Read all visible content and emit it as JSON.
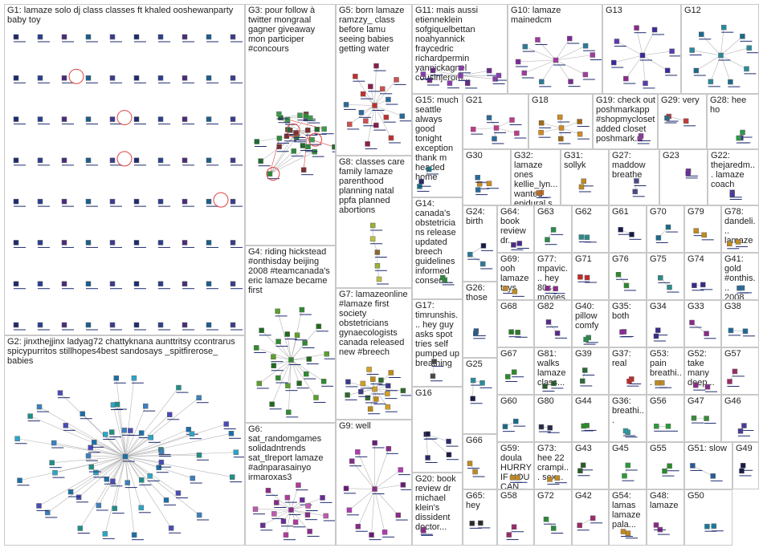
{
  "colors": {
    "border": "#c8c8c8",
    "edge": "#b4b4b4",
    "mention": "#e04040",
    "underline": "#1e2b6e"
  },
  "groups": [
    {
      "id": "G1",
      "label": "G1: lamaze solo dj class classes ft khaled ooshewanparty baby toy",
      "layout": "grid",
      "nodes": 50,
      "colors": [
        "#1e2b6e",
        "#2a3f8f",
        "#4a2c7a",
        "#1b5e8c",
        "#3b3b8f"
      ],
      "loops": 4
    },
    {
      "id": "G2",
      "label": "G2: jinxthejjinx ladyag72 chattyknana aunttritsy ccontrarus spicypurritos stillhopes4best sandosays _spitfirerose_ babies",
      "layout": "hub",
      "nodes": 60,
      "colors": [
        "#1b6fa8",
        "#2aa6c9",
        "#1f8f8a",
        "#3b7fbf",
        "#4a4ab8"
      ]
    },
    {
      "id": "G3",
      "label": "G3: pour follow à twitter mongraal gagner giveaway mon participer #concours",
      "layout": "cluster",
      "nodes": 28,
      "colors": [
        "#2e8b3a",
        "#1e6b2e",
        "#7a3030",
        "#3c9c4c"
      ],
      "loops": 3
    },
    {
      "id": "G4",
      "label": "G4: riding hickstead #onthisday beijing 2008 #teamcanada's eric lamaze became first",
      "layout": "hub",
      "nodes": 22,
      "colors": [
        "#2e8b2e",
        "#1f6b1f",
        "#5aa02a"
      ]
    },
    {
      "id": "G5",
      "label": "G5: born lamaze ramzzy_ class before lamu seeing babies getting water",
      "layout": "hub",
      "nodes": 16,
      "colors": [
        "#c03030",
        "#8b1e4a",
        "#d05050",
        "#2a6b9c"
      ]
    },
    {
      "id": "G6",
      "label": "G6: sat_randomgames solidadntrends sat_tlreport lamaze #adnparasainyo irmaroxas3",
      "layout": "hub",
      "nodes": 16,
      "colors": [
        "#8a2a8a",
        "#b03a9a",
        "#6a2a9a",
        "#c05ab0"
      ]
    },
    {
      "id": "G7",
      "label": "G7: lamazeonline #lamaze first society obstetricians gynaecologists canada released new #breech",
      "layout": "hub",
      "nodes": 15,
      "colors": [
        "#d4a020",
        "#c08a10",
        "#2a6b2a",
        "#3a3a8a"
      ]
    },
    {
      "id": "G8",
      "label": "G8: classes care family lamaze parenthood planning natal ppfa planned abortions",
      "layout": "chain",
      "nodes": 5,
      "colors": [
        "#9ab030",
        "#c0c040",
        "#8a6a2a"
      ]
    },
    {
      "id": "G9",
      "label": "G9: well",
      "layout": "hub",
      "nodes": 12,
      "colors": [
        "#8a2a8a",
        "#b03ab0",
        "#6a1a7a"
      ]
    },
    {
      "id": "G10",
      "label": "G10: lamaze mainedcm",
      "layout": "hub",
      "nodes": 10,
      "colors": [
        "#a03aa0",
        "#7a2a9a",
        "#2a7a9a"
      ]
    },
    {
      "id": "G11",
      "label": "G11: mais aussi etienneklein sofgiquelbettan noahyannick fraycedric richardpermin yannickagnel cousinjerom...",
      "layout": "hub",
      "nodes": 9,
      "colors": [
        "#8a3ab0",
        "#6a2a8a"
      ]
    },
    {
      "id": "G12",
      "label": "G12",
      "layout": "hub",
      "nodes": 9,
      "colors": [
        "#2a8a9a",
        "#1a6a8a"
      ]
    },
    {
      "id": "G13",
      "label": "G13",
      "layout": "hub",
      "nodes": 8,
      "colors": [
        "#3a2a9a",
        "#5a3ab0",
        "#8a2a8a"
      ]
    },
    {
      "id": "G14",
      "label": "G14: canada's obstetricians release updated breech guidelines informed consent...",
      "layout": "pair",
      "nodes": 2,
      "colors": [
        "#2a8a3a"
      ]
    },
    {
      "id": "G15",
      "label": "G15: much seattle always good tonight exception thank m headed home",
      "layout": "pair",
      "nodes": 3,
      "colors": [
        "#1a7a8a",
        "#2a2a6a"
      ]
    },
    {
      "id": "G16",
      "label": "G16",
      "layout": "pair",
      "nodes": 5,
      "colors": [
        "#1a1a4a",
        "#2a2a6a"
      ]
    },
    {
      "id": "G17",
      "label": "G17: timrunshis... hey guy asks spot tries self pumped up breathing",
      "layout": "pair",
      "nodes": 2,
      "colors": [
        "#4a4a4a"
      ]
    },
    {
      "id": "G18",
      "label": "G18",
      "layout": "hub",
      "nodes": 6,
      "colors": [
        "#d08a20",
        "#a06a10"
      ]
    },
    {
      "id": "G19",
      "label": "G19: check out poshmarkapp #shopmycloset added closet poshmark...",
      "layout": "pair",
      "nodes": 2,
      "colors": [
        "#8a3a9a"
      ]
    },
    {
      "id": "G20",
      "label": "G20: book review dr michael klein's dissident doctor...",
      "layout": "pair",
      "nodes": 2,
      "colors": [
        "#8a2a8a"
      ]
    },
    {
      "id": "G21",
      "label": "G21",
      "layout": "hub",
      "nodes": 5,
      "colors": [
        "#c03a8a",
        "#2a6a9a"
      ]
    },
    {
      "id": "G22",
      "label": "G22: thejaredm... lamaze coach",
      "layout": "pair",
      "nodes": 2,
      "colors": [
        "#4a3a9a"
      ]
    },
    {
      "id": "G23",
      "label": "G23",
      "layout": "pair",
      "nodes": 2,
      "colors": [
        "#6a2a9a"
      ]
    },
    {
      "id": "G24",
      "label": "G24: birth",
      "layout": "pair",
      "nodes": 3,
      "colors": [
        "#2a7a9a",
        "#1a1a4a"
      ]
    },
    {
      "id": "G25",
      "label": "G25",
      "layout": "pair",
      "nodes": 3,
      "colors": [
        "#2a8a9a",
        "#1a1a4a"
      ]
    },
    {
      "id": "G26",
      "label": "G26: those",
      "layout": "pair",
      "nodes": 2,
      "colors": [
        "#2a5a8a"
      ]
    },
    {
      "id": "G27",
      "label": "G27: maddow breathe",
      "layout": "pair",
      "nodes": 2,
      "colors": [
        "#4a4a8a"
      ]
    },
    {
      "id": "G28",
      "label": "G28: hee ho",
      "layout": "pair",
      "nodes": 3,
      "colors": [
        "#2a9a4a",
        "#4a2a9a"
      ]
    },
    {
      "id": "G29",
      "label": "G29: very",
      "layout": "pair",
      "nodes": 3,
      "colors": [
        "#c03a3a",
        "#2a6a8a"
      ]
    },
    {
      "id": "G30",
      "label": "G30",
      "layout": "pair",
      "nodes": 4,
      "colors": [
        "#d08a20",
        "#2a6a9a"
      ]
    },
    {
      "id": "G31",
      "label": "G31: sollyk",
      "layout": "pair",
      "nodes": 2,
      "colors": [
        "#c08a20"
      ]
    },
    {
      "id": "G32",
      "label": "G32: lamaze ones kellie_lyn... wanted epidural s",
      "layout": "pair",
      "nodes": 2,
      "colors": [
        "#c06a20"
      ]
    },
    {
      "id": "G33",
      "label": "G33",
      "layout": "pair",
      "nodes": 2,
      "colors": [
        "#8a2a8a"
      ]
    },
    {
      "id": "G34",
      "label": "G34",
      "layout": "pair",
      "nodes": 2,
      "colors": [
        "#3a2a8a"
      ]
    },
    {
      "id": "G35",
      "label": "G35: both",
      "layout": "pair",
      "nodes": 2,
      "colors": [
        "#8a2a9a"
      ]
    },
    {
      "id": "G36",
      "label": "G36: breathi...",
      "layout": "pair",
      "nodes": 2,
      "colors": [
        "#2a9aa0"
      ]
    },
    {
      "id": "G37",
      "label": "G37: real",
      "layout": "pair",
      "nodes": 2,
      "colors": [
        "#c02a2a"
      ]
    },
    {
      "id": "G38",
      "label": "G38",
      "layout": "pair",
      "nodes": 2,
      "colors": [
        "#1a6a9a"
      ]
    },
    {
      "id": "G39",
      "label": "G39",
      "layout": "pair",
      "nodes": 2,
      "colors": [
        "#2a6a3a"
      ]
    },
    {
      "id": "G40",
      "label": "G40: pillow comfy",
      "layout": "pair",
      "nodes": 2,
      "colors": [
        "#2a8a4a"
      ]
    },
    {
      "id": "G41",
      "label": "G41: gold #onthis... 2008...",
      "layout": "pair",
      "nodes": 2,
      "colors": [
        "#2a6a9a"
      ]
    },
    {
      "id": "G42",
      "label": "G42",
      "layout": "pair",
      "nodes": 2,
      "colors": [
        "#9a2a6a"
      ]
    },
    {
      "id": "G43",
      "label": "G43",
      "layout": "pair",
      "nodes": 2,
      "colors": [
        "#2a5a2a"
      ]
    },
    {
      "id": "G44",
      "label": "G44",
      "layout": "pair",
      "nodes": 2,
      "colors": [
        "#2a8a2a"
      ]
    },
    {
      "id": "G45",
      "label": "G45",
      "layout": "pair",
      "nodes": 2,
      "colors": [
        "#2a9a3a"
      ]
    },
    {
      "id": "G46",
      "label": "G46",
      "layout": "pair",
      "nodes": 2,
      "colors": [
        "#4a3a9a"
      ]
    },
    {
      "id": "G47",
      "label": "G47",
      "layout": "pair",
      "nodes": 2,
      "colors": [
        "#3a8a3a"
      ]
    },
    {
      "id": "G48",
      "label": "G48: lamaze",
      "layout": "pair",
      "nodes": 2,
      "colors": [
        "#8a2a8a"
      ]
    },
    {
      "id": "G49",
      "label": "G49",
      "layout": "pair",
      "nodes": 2,
      "colors": [
        "#1a1a4a"
      ]
    },
    {
      "id": "G50",
      "label": "G50",
      "layout": "pair",
      "nodes": 2,
      "colors": [
        "#1a7a9a"
      ]
    },
    {
      "id": "G51",
      "label": "G51: slow",
      "layout": "pair",
      "nodes": 2,
      "colors": [
        "#2a5a9a"
      ]
    },
    {
      "id": "G52",
      "label": "G52: take many deep...",
      "layout": "pair",
      "nodes": 2,
      "colors": [
        "#8a2a8a"
      ]
    },
    {
      "id": "G53",
      "label": "G53: pain breathi...",
      "layout": "pair",
      "nodes": 2,
      "colors": [
        "#c08a20"
      ]
    },
    {
      "id": "G54",
      "label": "G54: lamas lamaze pala...",
      "layout": "pair",
      "nodes": 2,
      "colors": [
        "#c08a20"
      ]
    },
    {
      "id": "G55",
      "label": "G55",
      "layout": "pair",
      "nodes": 2,
      "colors": [
        "#2a8a2a"
      ]
    },
    {
      "id": "G56",
      "label": "G56",
      "layout": "pair",
      "nodes": 2,
      "colors": [
        "#2a9a3a"
      ]
    },
    {
      "id": "G57",
      "label": "G57",
      "layout": "pair",
      "nodes": 2,
      "colors": [
        "#9a2a6a"
      ]
    },
    {
      "id": "G58",
      "label": "G58",
      "layout": "pair",
      "nodes": 2,
      "colors": [
        "#9a2a6a"
      ]
    },
    {
      "id": "G59",
      "label": "G59: doula HURRY IF YOU CAN...",
      "layout": "pair",
      "nodes": 2,
      "colors": [
        "#c08a20"
      ]
    },
    {
      "id": "G60",
      "label": "G60",
      "layout": "pair",
      "nodes": 2,
      "colors": [
        "#1a6a8a"
      ]
    },
    {
      "id": "G61",
      "label": "G61",
      "layout": "pair",
      "nodes": 2,
      "colors": [
        "#1a1a4a"
      ]
    },
    {
      "id": "G62",
      "label": "G62",
      "layout": "pair",
      "nodes": 2,
      "colors": [
        "#2a8a8a"
      ]
    },
    {
      "id": "G63",
      "label": "G63",
      "layout": "pair",
      "nodes": 2,
      "colors": [
        "#2a8a4a"
      ]
    },
    {
      "id": "G64",
      "label": "G64: book review dr...",
      "layout": "pair",
      "nodes": 2,
      "colors": [
        "#4a2a8a"
      ]
    },
    {
      "id": "G65",
      "label": "G65: hey",
      "layout": "pair",
      "nodes": 2,
      "colors": [
        "#2a2a2a"
      ]
    },
    {
      "id": "G66",
      "label": "G66",
      "layout": "pair",
      "nodes": 2,
      "colors": [
        "#c08a20"
      ]
    },
    {
      "id": "G67",
      "label": "G67",
      "layout": "pair",
      "nodes": 2,
      "colors": [
        "#2a8a2a"
      ]
    },
    {
      "id": "G68",
      "label": "G68",
      "layout": "pair",
      "nodes": 2,
      "colors": [
        "#2a7a2a"
      ]
    },
    {
      "id": "G69",
      "label": "G69: ooh lamaze toys",
      "layout": "pair",
      "nodes": 2,
      "colors": [
        "#c08a20"
      ]
    },
    {
      "id": "G70",
      "label": "G70",
      "layout": "pair",
      "nodes": 2,
      "colors": [
        "#1a6a8a"
      ]
    },
    {
      "id": "G71",
      "label": "G71",
      "layout": "pair",
      "nodes": 2,
      "colors": [
        "#c02a2a"
      ]
    },
    {
      "id": "G72",
      "label": "G72",
      "layout": "pair",
      "nodes": 2,
      "colors": [
        "#2a8a3a"
      ]
    },
    {
      "id": "G73",
      "label": "G73: hee 22 crampi... sex...",
      "layout": "pair",
      "nodes": 2,
      "colors": [
        "#c08a20"
      ]
    },
    {
      "id": "G74",
      "label": "G74",
      "layout": "pair",
      "nodes": 2,
      "colors": [
        "#3a2a8a"
      ]
    },
    {
      "id": "G75",
      "label": "G75",
      "layout": "pair",
      "nodes": 2,
      "colors": [
        "#2a8a8a"
      ]
    },
    {
      "id": "G76",
      "label": "G76",
      "layout": "pair",
      "nodes": 2,
      "colors": [
        "#2a8a2a"
      ]
    },
    {
      "id": "G77",
      "label": "G77: mpavic... hey 80s movies...",
      "layout": "pair",
      "nodes": 2,
      "colors": [
        "#8a2a8a"
      ]
    },
    {
      "id": "G78",
      "label": "G78: dandeli... lamaze",
      "layout": "pair",
      "nodes": 2,
      "colors": [
        "#c08a20"
      ]
    },
    {
      "id": "G79",
      "label": "G79",
      "layout": "pair",
      "nodes": 2,
      "colors": [
        "#c08a20"
      ]
    },
    {
      "id": "G80",
      "label": "G80",
      "layout": "pair",
      "nodes": 2,
      "colors": [
        "#2a2a4a"
      ]
    },
    {
      "id": "G81",
      "label": "G81: walks lamaze class...",
      "layout": "pair",
      "nodes": 2,
      "colors": [
        "#2a5a2a"
      ]
    },
    {
      "id": "G82",
      "label": "G82",
      "layout": "pair",
      "nodes": 2,
      "colors": [
        "#5a2a8a"
      ]
    }
  ]
}
